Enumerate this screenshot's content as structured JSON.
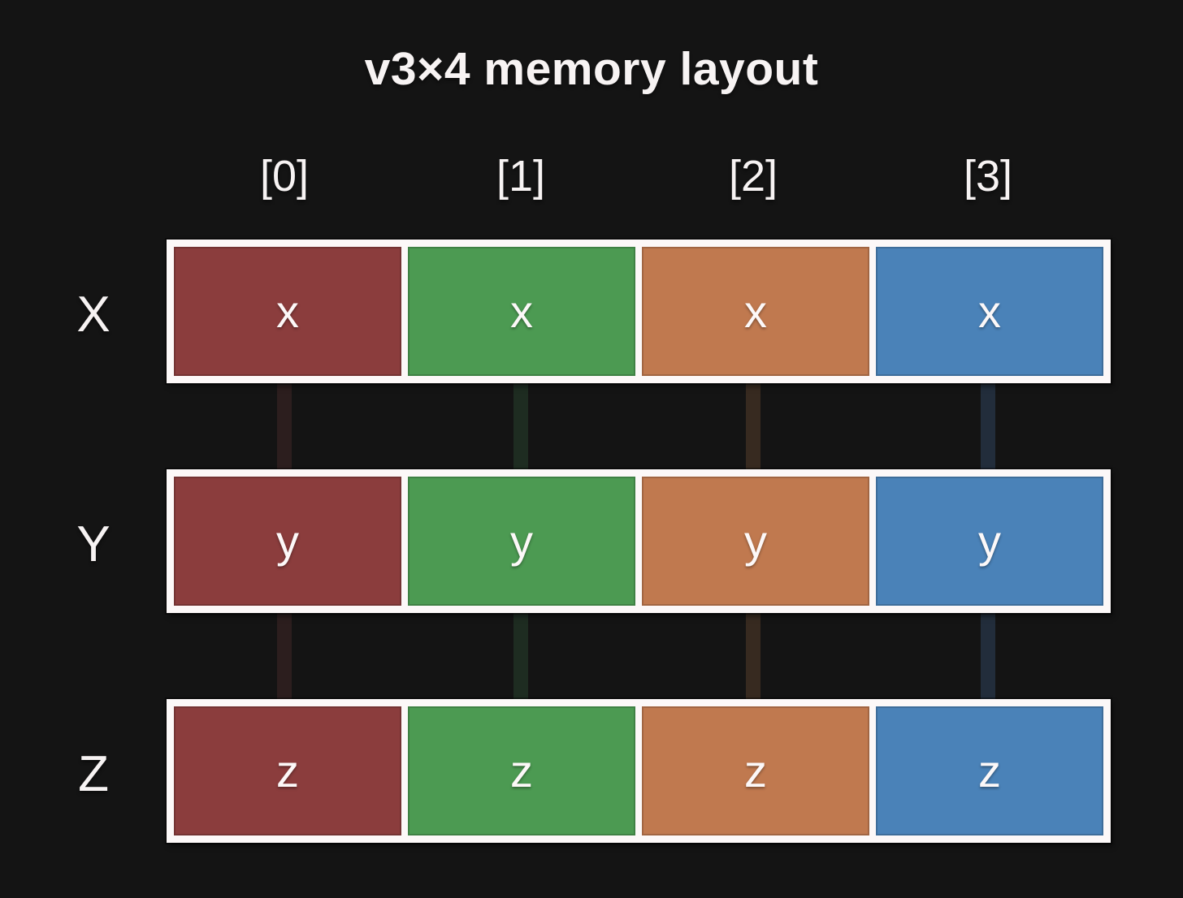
{
  "title": "v3×4 memory layout",
  "column_headers": [
    "[0]",
    "[1]",
    "[2]",
    "[3]"
  ],
  "rows": [
    {
      "label": "X",
      "cells": [
        "x",
        "x",
        "x",
        "x"
      ]
    },
    {
      "label": "Y",
      "cells": [
        "y",
        "y",
        "y",
        "y"
      ]
    },
    {
      "label": "Z",
      "cells": [
        "z",
        "z",
        "z",
        "z"
      ]
    }
  ],
  "colors": {
    "background": "#141414",
    "frame_white": "#fcf8f8",
    "text_white": "#f7f3f3",
    "cell_colors": [
      "#8b3d3d",
      "#4c9a52",
      "#c0794f",
      "#4a82b8"
    ],
    "connector_colors": [
      "#2c1e1e",
      "#1e2c21",
      "#372a20",
      "#222d3b"
    ]
  }
}
